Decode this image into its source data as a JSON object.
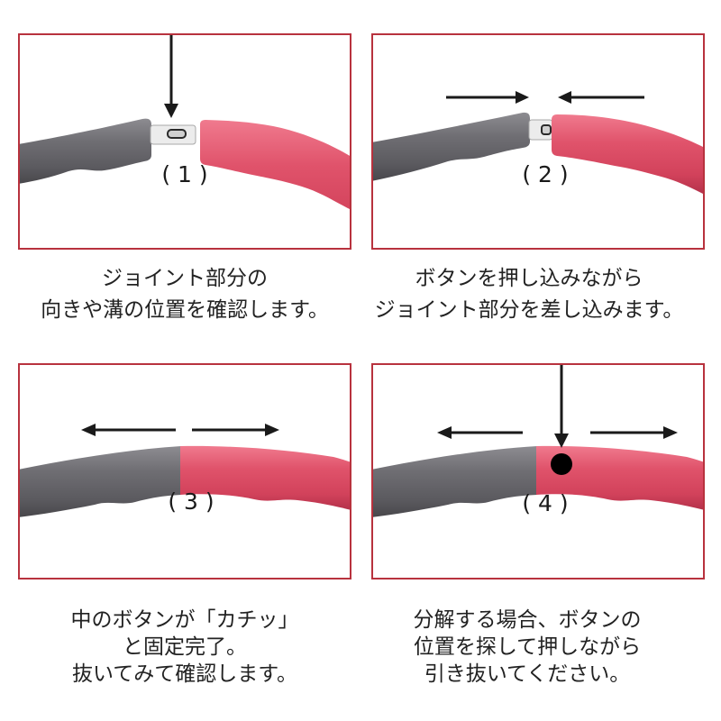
{
  "colors": {
    "border": "#b8323e",
    "gray_tube": "#67666b",
    "red_tube": "#dc4a63",
    "arrow": "#1a1a1a",
    "button_dot": "#000000",
    "text": "#222222"
  },
  "panels": [
    {
      "label": "( 1 )",
      "icons": [
        "arrow-down-icon"
      ],
      "caption": [
        "ジョイント部分の",
        "向きや溝の位置を確認します。"
      ]
    },
    {
      "label": "( 2 )",
      "icons": [
        "arrow-right-icon",
        "arrow-left-icon"
      ],
      "caption": [
        "ボタンを押し込みながら",
        "ジョイント部分を差し込みます。"
      ]
    },
    {
      "label": "( 3 )",
      "icons": [
        "arrow-left-icon",
        "arrow-right-icon"
      ],
      "caption": [
        "中のボタンが「カチッ」",
        "と固定完了。",
        "抜いてみて確認します。"
      ]
    },
    {
      "label": "( 4 )",
      "icons": [
        "arrow-down-icon",
        "arrow-left-icon",
        "arrow-right-icon"
      ],
      "caption": [
        "分解する場合、ボタンの",
        "位置を探して押しながら",
        "引き抜いてください。"
      ]
    }
  ]
}
